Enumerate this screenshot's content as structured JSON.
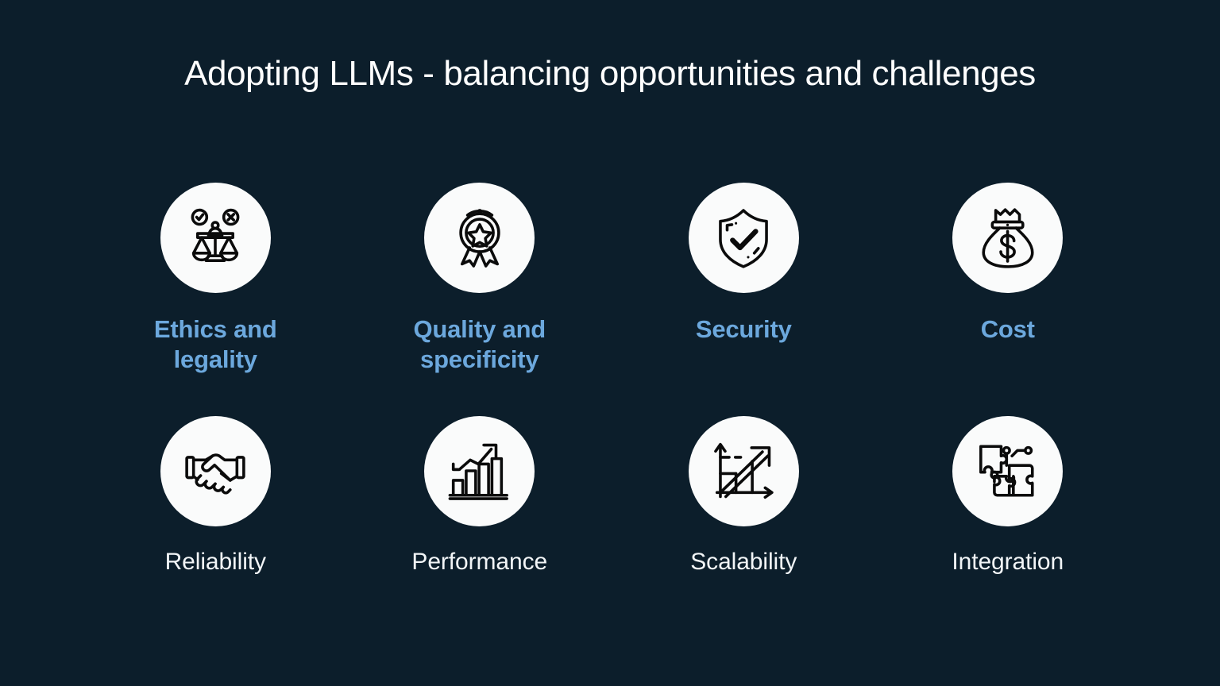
{
  "slide": {
    "title": "Adopting LLMs - balancing opportunities and challenges",
    "background_color": "#0c1e2b",
    "accent_color": "#6ca8dd",
    "plain_label_color": "#f2f5f7",
    "circle_color": "#fafbfb"
  },
  "rows": [
    {
      "style": "accent",
      "items": [
        {
          "label": "Ethics and legality",
          "icon": "scales-of-justice-icon"
        },
        {
          "label": "Quality and specificity",
          "icon": "award-ribbon-star-icon"
        },
        {
          "label": "Security",
          "icon": "shield-check-icon"
        },
        {
          "label": "Cost",
          "icon": "money-bag-dollar-icon"
        }
      ]
    },
    {
      "style": "plain",
      "items": [
        {
          "label": "Reliability",
          "icon": "handshake-icon"
        },
        {
          "label": "Performance",
          "icon": "bar-chart-arrow-up-icon"
        },
        {
          "label": "Scalability",
          "icon": "axis-growth-arrow-icon"
        },
        {
          "label": "Integration",
          "icon": "puzzle-circuit-icon"
        }
      ]
    }
  ]
}
